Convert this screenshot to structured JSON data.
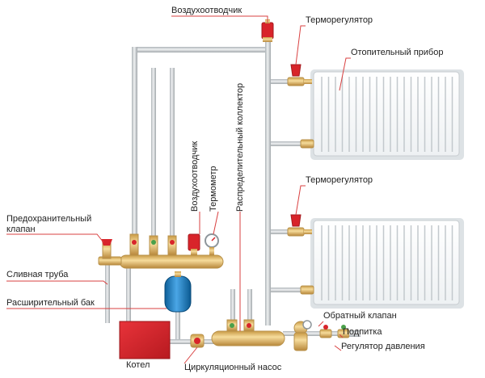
{
  "labels": {
    "air_vent_top": "Воздухоотводчик",
    "thermoregulator_1": "Терморегулятор",
    "heating_device": "Отопительный прибор",
    "air_vent_vertical": "Воздухоотводчик",
    "thermometer": "Термометр",
    "collector": "Распределительный коллектор",
    "thermoregulator_2": "Терморегулятор",
    "safety_valve_line1": "Предохранительный",
    "safety_valve_line2": "клапан",
    "drain_pipe": "Сливная труба",
    "expansion_tank": "Расширительный бак",
    "check_valve": "Обратный клапан",
    "makeup": "Подпитка",
    "pressure_regulator": "Регулятор давления",
    "boiler": "Котел",
    "circulation_pump": "Циркуляционный насос"
  },
  "colors": {
    "pipe": "#c8cccf",
    "pipe_edge": "#9ea4a8",
    "radiator_shadow": "#e3e7e9",
    "radiator_fill": "#ffffff",
    "leader": "#d94040",
    "brass": "#e6c273",
    "brass_edge": "#b8914a",
    "boiler": "#d8242a",
    "tank": "#1b7fc4",
    "valve_red": "#d8242a",
    "valve_green": "#4aa04a"
  }
}
